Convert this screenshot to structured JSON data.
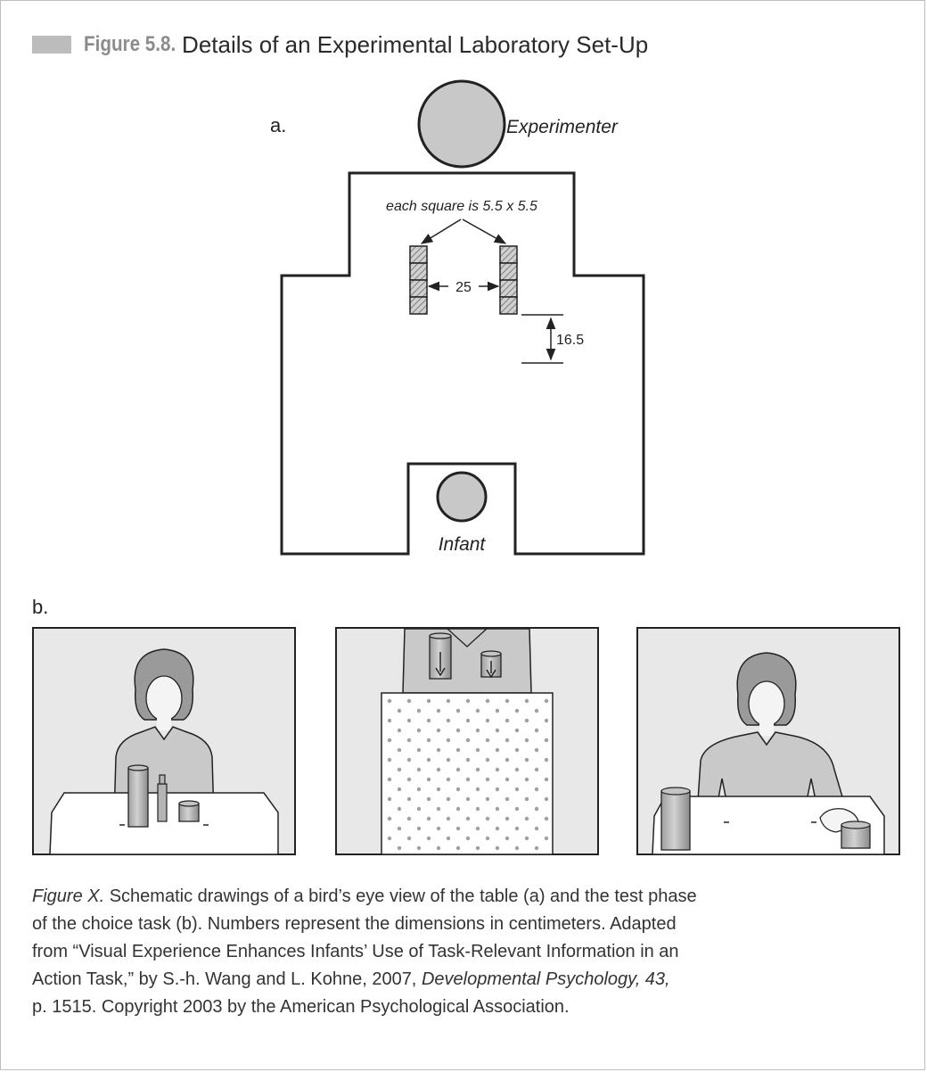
{
  "figure_heading": {
    "label": "Figure 5.8.",
    "title": "Details of an Experimental Laboratory Set-Up"
  },
  "panel_a": {
    "tag": "a.",
    "experimenter_label": "Experimenter",
    "infant_label": "Infant",
    "square_note": "each square is 5.5 x 5.5",
    "spacing_label": "25",
    "distance_label": "16.5"
  },
  "panel_b": {
    "tag": "b."
  },
  "caption": {
    "figure_ref": "Figure X.",
    "line1_rest": " Schematic drawings of a bird’s eye view of the table (a) and the test phase",
    "line2": "of the choice task (b). Numbers represent the dimensions in centimeters. Adapted",
    "line3": "from “Visual Experience Enhances Infants’ Use of Task-Relevant Information in an",
    "line4_start": "Action Task,” by S.-h. Wang and L. Kohne, 2007, ",
    "journal": "Developmental Psychology, 43,",
    "line5": "p. 1515. Copyright 2003 by the American Psychological Association."
  },
  "colors": {
    "marker_gray": "#bcbcbc",
    "circle_fill": "#c8c8c8",
    "panel_background": "#e8e8e8"
  }
}
